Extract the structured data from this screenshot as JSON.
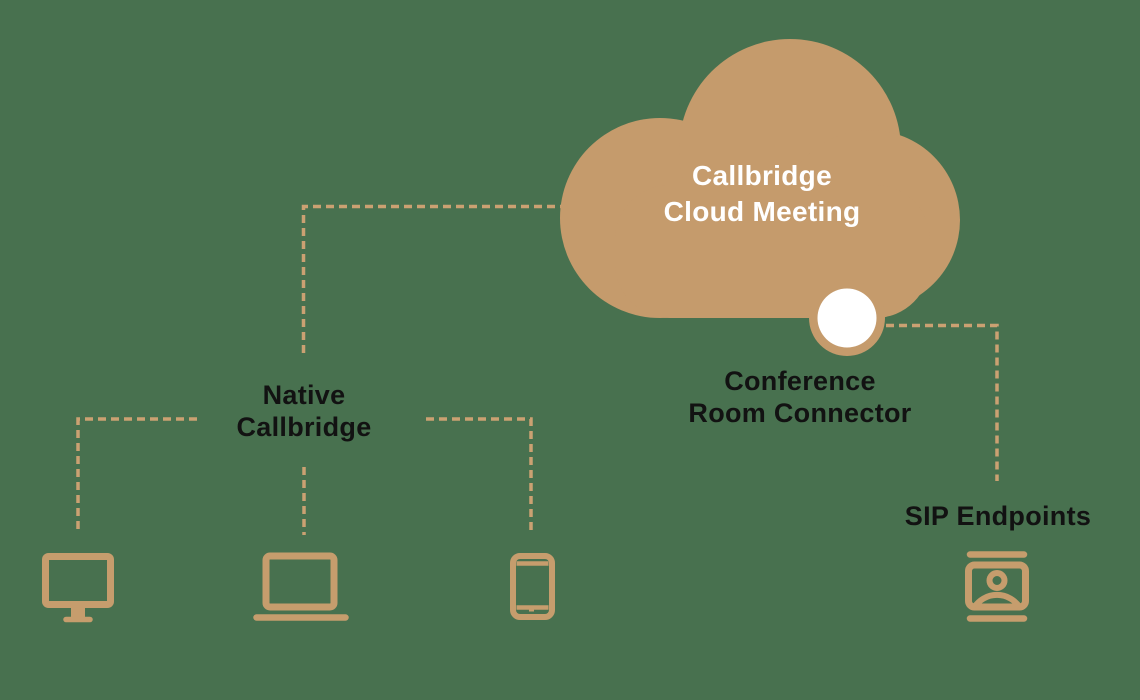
{
  "colors": {
    "background": "#48714F",
    "cloud": "#C59B6C",
    "line": "#CBA172",
    "icon": "#C69D6D",
    "text": "#121212",
    "cloud_text": "#FFFFFF",
    "dot": "#FFFFFF"
  },
  "cloud": {
    "title_line1": "Callbridge",
    "title_line2": "Cloud Meeting"
  },
  "labels": {
    "conference_line1": "Conference",
    "conference_line2": "Room Connector",
    "native_line1": "Native",
    "native_line2": "Callbridge",
    "sip": "SIP Endpoints"
  },
  "icons": {
    "cloud": "cloud-shape",
    "connector_dot": "connector-dot-icon",
    "native_monitor": "monitor-icon",
    "native_laptop": "laptop-icon",
    "native_smartphone": "smartphone-icon",
    "sip_endpoint": "video-conference-icon"
  }
}
